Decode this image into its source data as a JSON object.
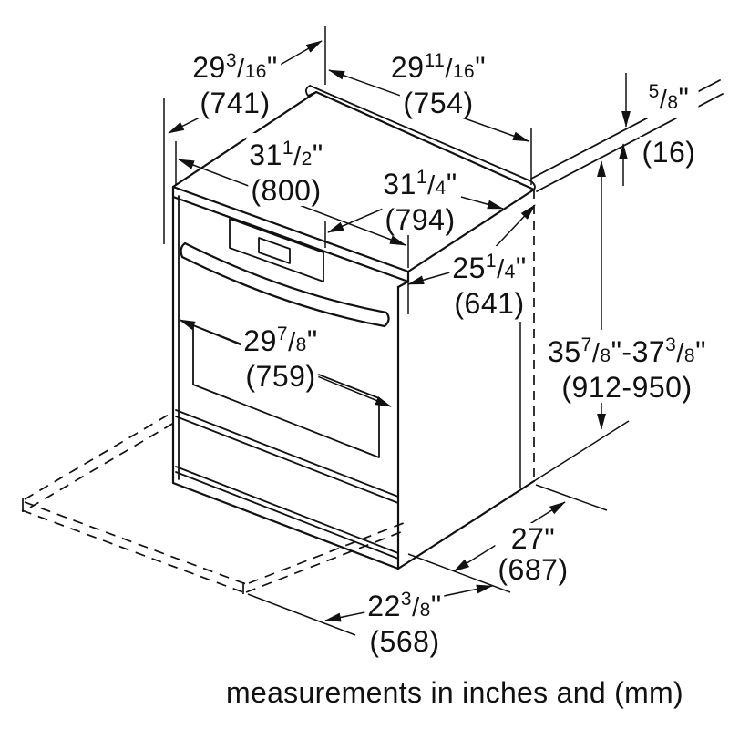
{
  "caption": "measurements in inches and (mm)",
  "colors": {
    "line": "#111111",
    "background": "#ffffff"
  },
  "dimensions": {
    "rear_cutout_width": {
      "in_text": "29 3/16\"",
      "tokens": [
        [
          "t",
          "29"
        ],
        [
          "f",
          "3",
          "16"
        ],
        [
          "t",
          "\""
        ]
      ],
      "mm": "(741)"
    },
    "back_edge_width": {
      "in_text": "29 11/16\"",
      "tokens": [
        [
          "t",
          "29"
        ],
        [
          "f",
          "11",
          "16"
        ],
        [
          "t",
          "\""
        ]
      ],
      "mm": "(754)"
    },
    "countertop_trim": {
      "in_text": "5/8\"",
      "tokens": [
        [
          "f",
          "5",
          "8"
        ],
        [
          "t",
          "\""
        ]
      ],
      "mm": "(16)"
    },
    "overall_width": {
      "in_text": "31 1/2\"",
      "tokens": [
        [
          "t",
          "31"
        ],
        [
          "f",
          "1",
          "2"
        ],
        [
          "t",
          "\""
        ]
      ],
      "mm": "(800)"
    },
    "cooktop_width": {
      "in_text": "31 1/4\"",
      "tokens": [
        [
          "t",
          "31"
        ],
        [
          "f",
          "1",
          "4"
        ],
        [
          "t",
          "\""
        ]
      ],
      "mm": "(794)"
    },
    "side_top_depth": {
      "in_text": "25 1/4\"",
      "tokens": [
        [
          "t",
          "25"
        ],
        [
          "f",
          "1",
          "4"
        ],
        [
          "t",
          "\""
        ]
      ],
      "mm": "(641)"
    },
    "door_width": {
      "in_text": "29 7/8\"",
      "tokens": [
        [
          "t",
          "29"
        ],
        [
          "f",
          "7",
          "8"
        ],
        [
          "t",
          "\""
        ]
      ],
      "mm": "(759)"
    },
    "height_range": {
      "in_text": "35 7/8\"-37 3/8\"",
      "tokens": [
        [
          "t",
          "35"
        ],
        [
          "f",
          "7",
          "8"
        ],
        [
          "t",
          "\"-37"
        ],
        [
          "f",
          "3",
          "8"
        ],
        [
          "t",
          "\""
        ]
      ],
      "mm": "(912-950)"
    },
    "base_depth": {
      "in_text": "27\"",
      "tokens": [
        [
          "t",
          "27\""
        ]
      ],
      "mm": "(687)"
    },
    "counter_front_depth": {
      "in_text": "22 3/8\"",
      "tokens": [
        [
          "t",
          "22"
        ],
        [
          "f",
          "3",
          "8"
        ],
        [
          "t",
          "\""
        ]
      ],
      "mm": "(568)"
    }
  }
}
